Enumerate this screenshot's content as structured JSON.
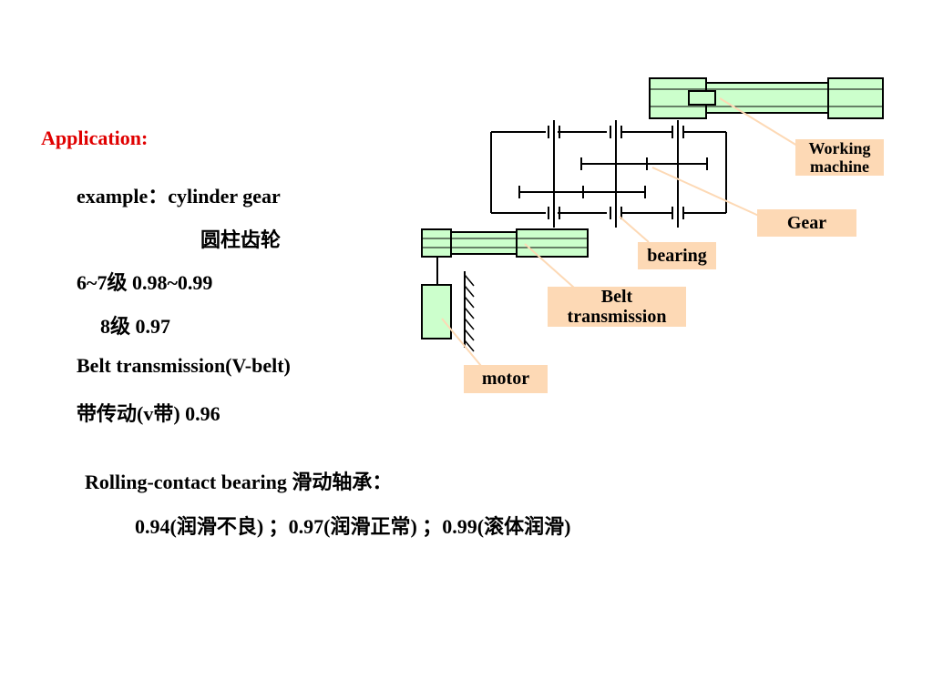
{
  "heading": "Application:",
  "lines": {
    "example": "example：cylinder gear",
    "gear_cn": "圆柱齿轮",
    "grade_67": "6~7级  0.98~0.99",
    "grade_8": "8级  0.97",
    "belt_en": "Belt transmission(V-belt)",
    "belt_cn": "带传动(v带)   0.96",
    "rolling": "Rolling-contact bearing 滑动轴承：",
    "rolling_values": "0.94(润滑不良) ；0.97(润滑正常) ；0.99(滚体润滑)"
  },
  "labels": {
    "working_1": "Working",
    "working_2": "machine",
    "gear": "Gear",
    "bearing": "bearing",
    "belt_1": "Belt",
    "belt_2": "transmission",
    "motor": "motor"
  },
  "colors": {
    "heading": "#e00000",
    "belt_fill": "#ccffcc",
    "label_fill": "#fdd9b5"
  }
}
